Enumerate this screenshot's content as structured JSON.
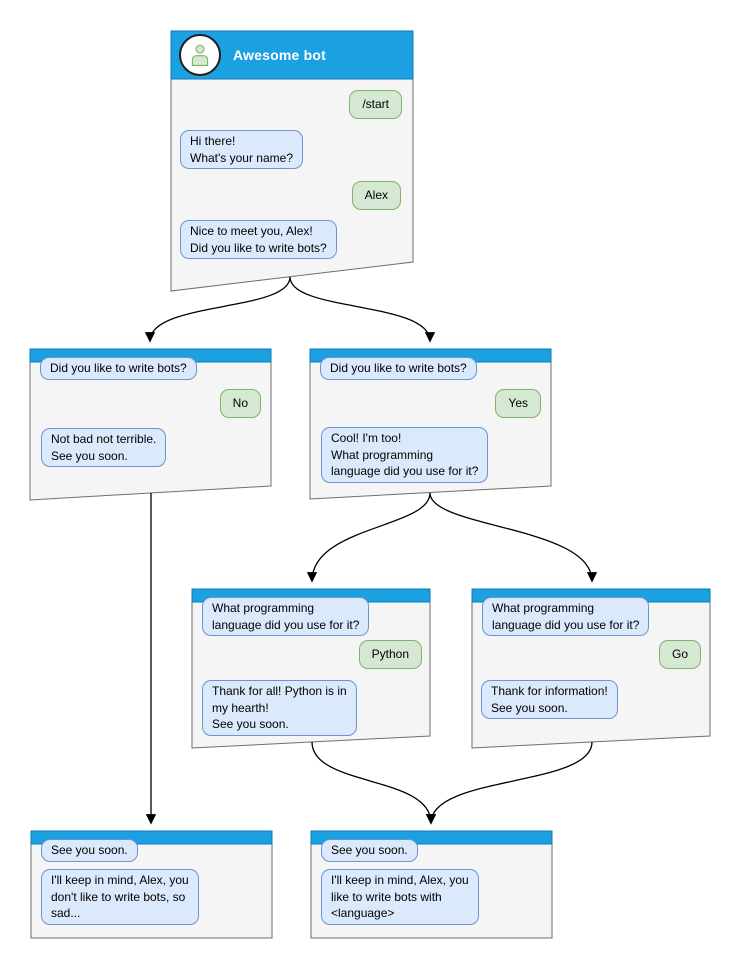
{
  "colors": {
    "header_fill": "#1ba1e2",
    "header_stroke": "#0d7ab5",
    "window_fill": "#f5f5f5",
    "window_stroke": "#6e6e6e",
    "bot_bubble_fill": "#dbe9fc",
    "bot_bubble_stroke": "#6f93cf",
    "user_bubble_fill": "#d5e8d4",
    "user_bubble_stroke": "#82b366",
    "title_color": "#ffffff",
    "arrow_color": "#000000"
  },
  "main_window": {
    "title": "Awesome bot",
    "messages": [
      {
        "side": "user",
        "text": "/start"
      },
      {
        "side": "bot",
        "text": "Hi there!\nWhat's your name?"
      },
      {
        "side": "user",
        "text": "Alex"
      },
      {
        "side": "bot",
        "text": "Nice to meet you, Alex!\nDid you like to write bots?"
      }
    ]
  },
  "branch_no_window": {
    "messages": [
      {
        "side": "bot",
        "text": "Did you like to write bots?"
      },
      {
        "side": "user",
        "text": "No"
      },
      {
        "side": "bot",
        "text": "Not bad not terrible.\nSee you soon."
      }
    ]
  },
  "branch_yes_window": {
    "messages": [
      {
        "side": "bot",
        "text": "Did you like to write bots?"
      },
      {
        "side": "user",
        "text": "Yes"
      },
      {
        "side": "bot",
        "text": "Cool! I'm too!\nWhat programming\nlanguage did you use for it?"
      }
    ]
  },
  "python_window": {
    "messages": [
      {
        "side": "bot",
        "text": "What programming\nlanguage did you use for it?"
      },
      {
        "side": "user",
        "text": "Python"
      },
      {
        "side": "bot",
        "text": "Thank for all! Python is in\nmy hearth!\nSee you soon."
      }
    ]
  },
  "go_window": {
    "messages": [
      {
        "side": "bot",
        "text": "What programming\nlanguage did you use for it?"
      },
      {
        "side": "user",
        "text": "Go"
      },
      {
        "side": "bot",
        "text": "Thank for information!\nSee you soon."
      }
    ]
  },
  "end_no_window": {
    "messages": [
      {
        "side": "bot",
        "text": "See you soon."
      },
      {
        "side": "bot",
        "text": "I'll keep in mind, Alex, you\ndon't like to write bots, so\nsad..."
      }
    ]
  },
  "end_yes_window": {
    "messages": [
      {
        "side": "bot",
        "text": "See you soon."
      },
      {
        "side": "bot",
        "text": "I'll keep in mind, Alex, you\nlike to write bots with\n<language>"
      }
    ]
  }
}
